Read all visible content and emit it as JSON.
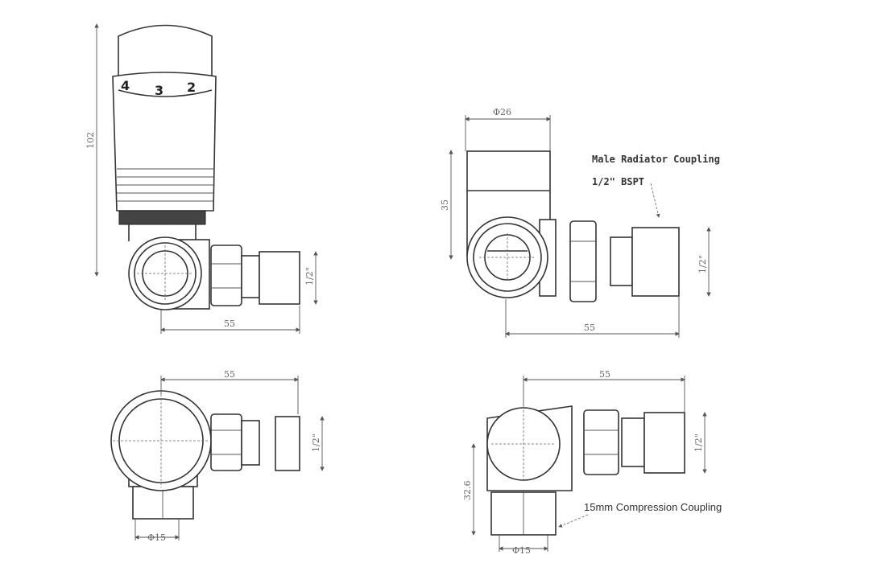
{
  "views": {
    "front_with_head": {
      "height_dim": "102",
      "dial": [
        "4",
        "3",
        "2"
      ],
      "length_dim": "55",
      "thread_dim": "1/2\""
    },
    "front_without_head": {
      "diameter_dim": "Φ26",
      "height_dim": "35",
      "thread_dim": "1/2\"",
      "length_dim": "55",
      "callout_title": "Male Radiator Coupling",
      "callout_sub": "1/2\" BSPT"
    },
    "top_left": {
      "length_dim": "55",
      "thread_dim": "1/2\"",
      "pipe_dim": "Φ15"
    },
    "top_right": {
      "length_dim": "55",
      "thread_dim": "1/2\"",
      "offset_dim": "32.6",
      "pipe_dim": "Φ15",
      "callout": "15mm Compression Coupling"
    }
  }
}
